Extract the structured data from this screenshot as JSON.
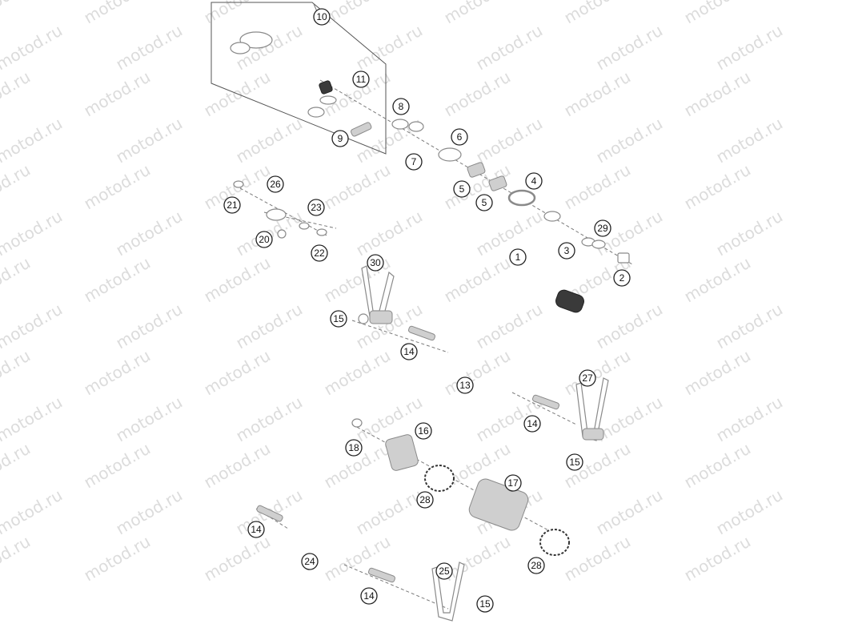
{
  "watermark": "motod.ru",
  "callouts": [
    {
      "id": "c10",
      "label": "10"
    },
    {
      "id": "c11",
      "label": "11"
    },
    {
      "id": "c8",
      "label": "8"
    },
    {
      "id": "c9",
      "label": "9"
    },
    {
      "id": "c6",
      "label": "6"
    },
    {
      "id": "c7",
      "label": "7"
    },
    {
      "id": "c5a",
      "label": "5"
    },
    {
      "id": "c5b",
      "label": "5"
    },
    {
      "id": "c4",
      "label": "4"
    },
    {
      "id": "c29",
      "label": "29"
    },
    {
      "id": "c3",
      "label": "3"
    },
    {
      "id": "c1",
      "label": "1"
    },
    {
      "id": "c2",
      "label": "2"
    },
    {
      "id": "c26",
      "label": "26"
    },
    {
      "id": "c21",
      "label": "21"
    },
    {
      "id": "c23",
      "label": "23"
    },
    {
      "id": "c20",
      "label": "20"
    },
    {
      "id": "c22",
      "label": "22"
    },
    {
      "id": "c30",
      "label": "30"
    },
    {
      "id": "c15a",
      "label": "15"
    },
    {
      "id": "c14a",
      "label": "14"
    },
    {
      "id": "c13",
      "label": "13"
    },
    {
      "id": "c27",
      "label": "27"
    },
    {
      "id": "c14b",
      "label": "14"
    },
    {
      "id": "c15b",
      "label": "15"
    },
    {
      "id": "c16",
      "label": "16"
    },
    {
      "id": "c18",
      "label": "18"
    },
    {
      "id": "c17",
      "label": "17"
    },
    {
      "id": "c28a",
      "label": "28"
    },
    {
      "id": "c14c",
      "label": "14"
    },
    {
      "id": "c24",
      "label": "24"
    },
    {
      "id": "c28b",
      "label": "28"
    },
    {
      "id": "c25",
      "label": "25"
    },
    {
      "id": "c14d",
      "label": "14"
    },
    {
      "id": "c15c",
      "label": "15"
    }
  ]
}
